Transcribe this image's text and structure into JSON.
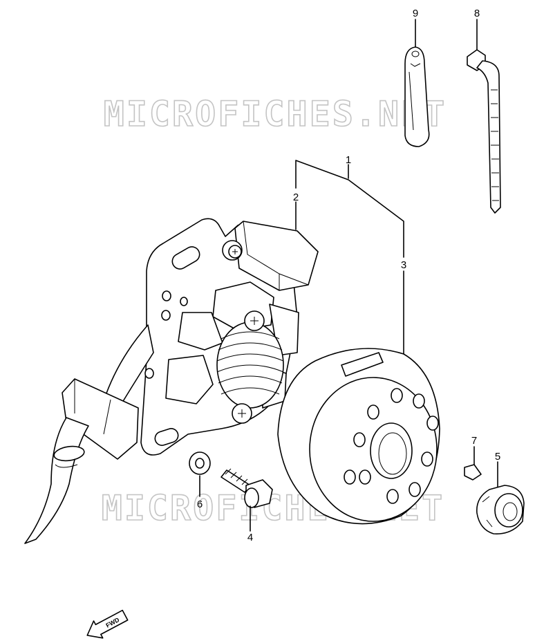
{
  "watermark": "MICROFICHES.NET",
  "callouts": {
    "c1": "1",
    "c2": "2",
    "c3": "3",
    "c4": "4",
    "c5": "5",
    "c6": "6",
    "c7": "7",
    "c8": "8",
    "c9": "9"
  },
  "fwd_label": "FWD"
}
